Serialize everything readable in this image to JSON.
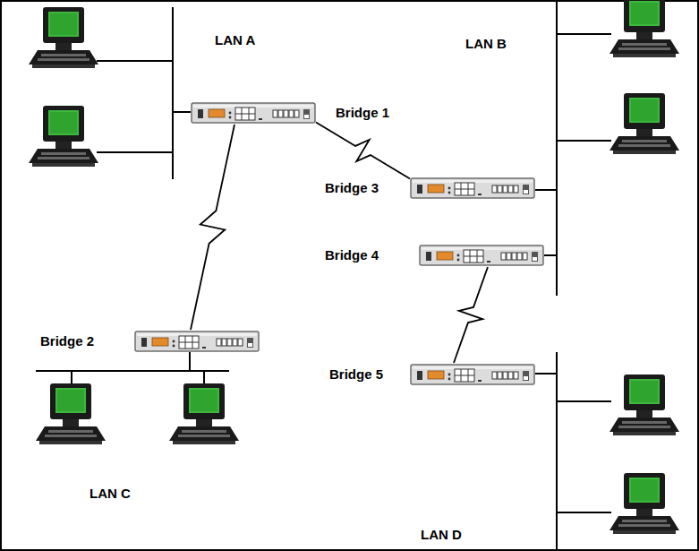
{
  "diagram": {
    "nodes": [
      {
        "text": [
          "Bridge 1"
        ]
      },
      {
        "text": [
          "Bridge 2"
        ]
      },
      {
        "text": [
          "Bridge 3"
        ]
      },
      {
        "text": [
          "Bridge 4"
        ]
      },
      {
        "text": [
          "Bridge 5"
        ]
      }
    ],
    "edges": [
      {
        "from": 0,
        "to": 1,
        "arrow": "none"
      },
      {
        "from": 0,
        "to": 2,
        "arrow": "none"
      },
      {
        "from": 3,
        "to": 4,
        "arrow": "none"
      }
    ],
    "labels": [
      "LAN A",
      "LAN B",
      "LAN C",
      "LAN D"
    ]
  }
}
